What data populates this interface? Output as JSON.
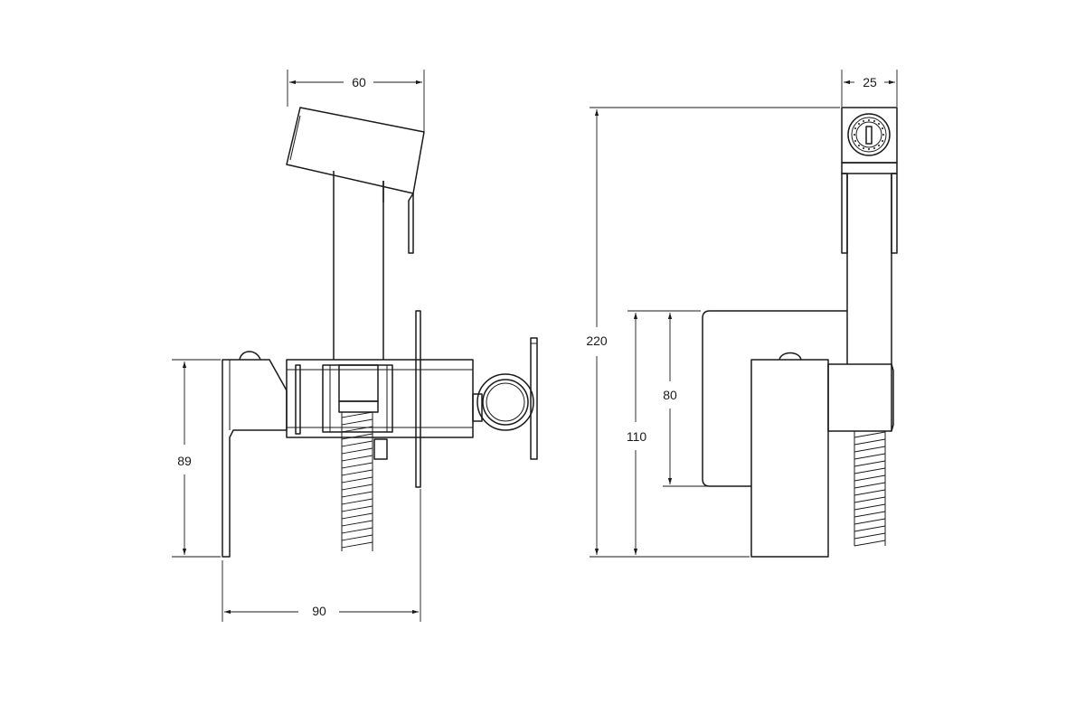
{
  "drawing": {
    "dimensions": {
      "side_width_top": "60",
      "side_height": "89",
      "side_depth": "90",
      "front_head_width": "25",
      "front_total_height": "220",
      "front_plate_height": "80",
      "front_body_height": "110"
    },
    "colors": {
      "line": "#1a1a1a",
      "background": "#ffffff"
    }
  }
}
